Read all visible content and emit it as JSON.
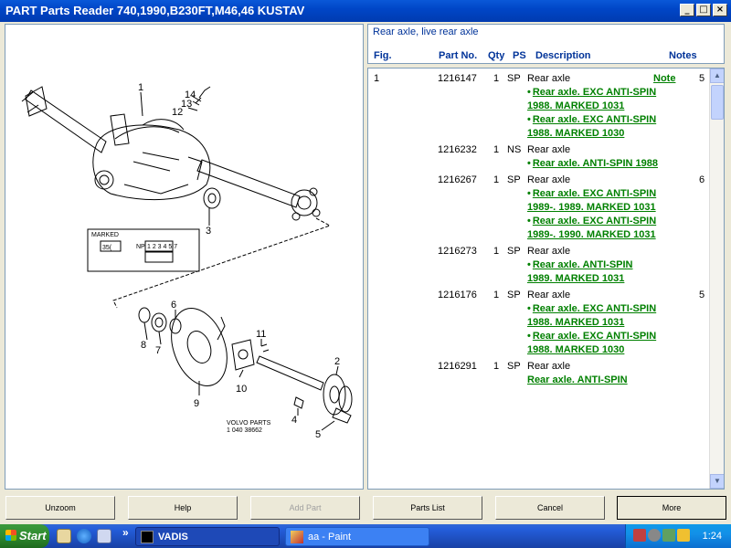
{
  "window": {
    "title": "PART Parts Reader 740,1990,B230FT,M46,46 KUSTAV"
  },
  "diagram": {
    "labels": [
      "1",
      "14",
      "13",
      "12",
      "3",
      "6",
      "8",
      "7",
      "11",
      "2",
      "10",
      "9",
      "4",
      "5"
    ],
    "marked_label": "MARKED",
    "marked_value": "35(",
    "np_label": "NP",
    "np_value": "1 2 3 4 5 7",
    "volvo_line1": "VOLVO PARTS",
    "volvo_line2": "1 040 38662"
  },
  "header": {
    "section_title": "Rear axle, live rear axle",
    "columns": {
      "fig": "Fig.",
      "part_no": "Part No.",
      "qty": "Qty",
      "ps": "PS",
      "description": "Description",
      "notes": "Notes"
    }
  },
  "rows": [
    {
      "fig": "1",
      "part_no": "1216147",
      "qty": "1",
      "ps": "SP",
      "description": "Rear axle",
      "note_link": "Note",
      "notes": "5",
      "subs": [
        "Rear axle. EXC ANTI-SPIN 1988. MARKED 1031",
        "Rear axle. EXC ANTI-SPIN 1988. MARKED 1030"
      ]
    },
    {
      "fig": "",
      "part_no": "1216232",
      "qty": "1",
      "ps": "NS",
      "description": "Rear axle",
      "note_link": "",
      "notes": "",
      "subs": [
        "Rear axle. ANTI-SPIN 1988"
      ]
    },
    {
      "fig": "",
      "part_no": "1216267",
      "qty": "1",
      "ps": "SP",
      "description": "Rear axle",
      "note_link": "",
      "notes": "6",
      "subs": [
        "Rear axle. EXC ANTI-SPIN 1989-. 1989. MARKED 1031",
        "Rear axle. EXC ANTI-SPIN 1989-. 1990. MARKED 1031"
      ]
    },
    {
      "fig": "",
      "part_no": "1216273",
      "qty": "1",
      "ps": "SP",
      "description": "Rear axle",
      "note_link": "",
      "notes": "",
      "subs": [
        "Rear axle. ANTI-SPIN 1989. MARKED 1031"
      ]
    },
    {
      "fig": "",
      "part_no": "1216176",
      "qty": "1",
      "ps": "SP",
      "description": "Rear axle",
      "note_link": "",
      "notes": "5",
      "subs": [
        "Rear axle. EXC ANTI-SPIN 1988. MARKED 1031",
        "Rear axle. EXC ANTI-SPIN 1988. MARKED 1030"
      ]
    },
    {
      "fig": "",
      "part_no": "1216291",
      "qty": "1",
      "ps": "SP",
      "description": "Rear axle",
      "note_link": "",
      "notes": "",
      "subs_nodot": [
        "Rear axle. ANTI-SPIN"
      ]
    }
  ],
  "buttons": {
    "unzoom": "Unzoom",
    "help": "Help",
    "add_part": "Add Part",
    "parts_list": "Parts List",
    "cancel": "Cancel",
    "more": "More"
  },
  "taskbar": {
    "start": "Start",
    "task1": "VADIS",
    "task2": "aa - Paint",
    "clock": "1:24",
    "chevron": "»"
  }
}
